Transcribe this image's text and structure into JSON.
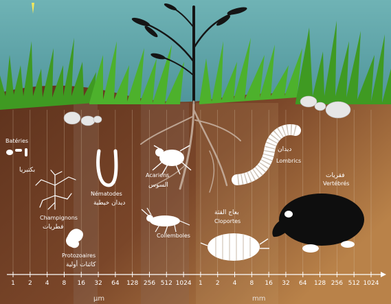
{
  "labels": {
    "bacteria_fr": "Batéries",
    "bacteria_ar": "بكتيريا",
    "fungi_fr": "Champignons",
    "fungi_ar": "فطريات",
    "protozoa_fr": "Protozoaires",
    "protozoa_ar": "كائنات أولية",
    "nematodes_fr": "Nématodes",
    "nematodes_ar": "ديدان خيطية",
    "mites_fr": "Acariens",
    "mites_ar": "السوس",
    "springtails_fr": "Collemboles",
    "woodlice_ar": "بعاج القثة",
    "woodlice_fr": "Cloportes",
    "earthworms_ar": "ديدان",
    "earthworms_fr": "Lombrics",
    "vertebrates_ar": "فقريات",
    "vertebrates_fr": "Vertébrés"
  },
  "scale": {
    "um_ticks": [
      "1",
      "2",
      "4",
      "8",
      "16",
      "32",
      "64",
      "128",
      "256",
      "512",
      "1024"
    ],
    "mm_ticks": [
      "1",
      "2",
      "4",
      "8",
      "16",
      "32",
      "64",
      "128",
      "256",
      "512",
      "1024"
    ],
    "um_unit": "µm",
    "mm_unit": "mm"
  },
  "colors": {
    "sky": "#5a9ea4",
    "soil_top": "#6b3a22",
    "soil_bottom": "#b07a45",
    "grass": "#4caf2a",
    "organism": "#ffffff"
  }
}
